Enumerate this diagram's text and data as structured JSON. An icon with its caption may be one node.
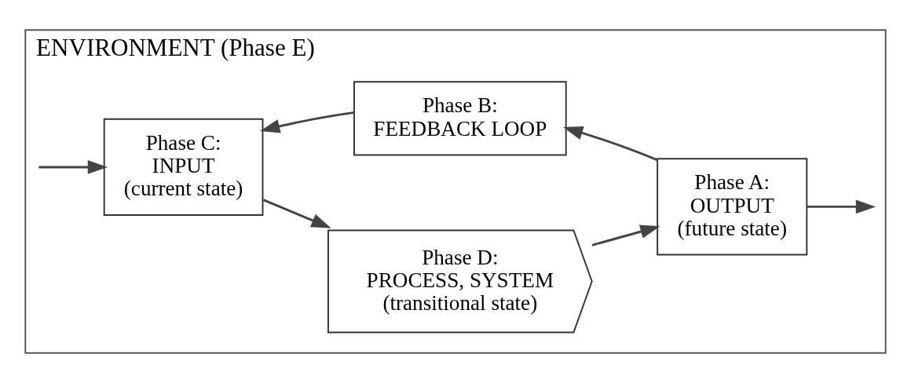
{
  "diagram": {
    "nodes": [
      {
        "text": [
          "ENVIRONMENT (Phase E)"
        ]
      },
      {
        "text": [
          "Phase C:",
          "INPUT",
          "(current state)"
        ],
        "in": 0
      },
      {
        "text": [
          "Phase D:",
          "PROCESS, SYSTEM",
          "(transitional state)"
        ],
        "in": 0
      },
      {
        "text": [
          "Phase A:",
          "OUTPUT",
          "(future state)"
        ],
        "in": 0
      },
      {
        "text": [
          "Phase B:",
          "FEEDBACK LOOP"
        ],
        "in": 0
      }
    ],
    "edges": [
      {
        "from": null,
        "to": 1,
        "arrow": "to"
      },
      {
        "from": 1,
        "to": 2,
        "arrow": "to"
      },
      {
        "from": 2,
        "to": 3,
        "arrow": "to"
      },
      {
        "from": 3,
        "to": null,
        "arrow": "to"
      },
      {
        "from": 3,
        "to": 4,
        "arrow": "to"
      },
      {
        "from": 4,
        "to": 1,
        "arrow": "to"
      }
    ]
  }
}
